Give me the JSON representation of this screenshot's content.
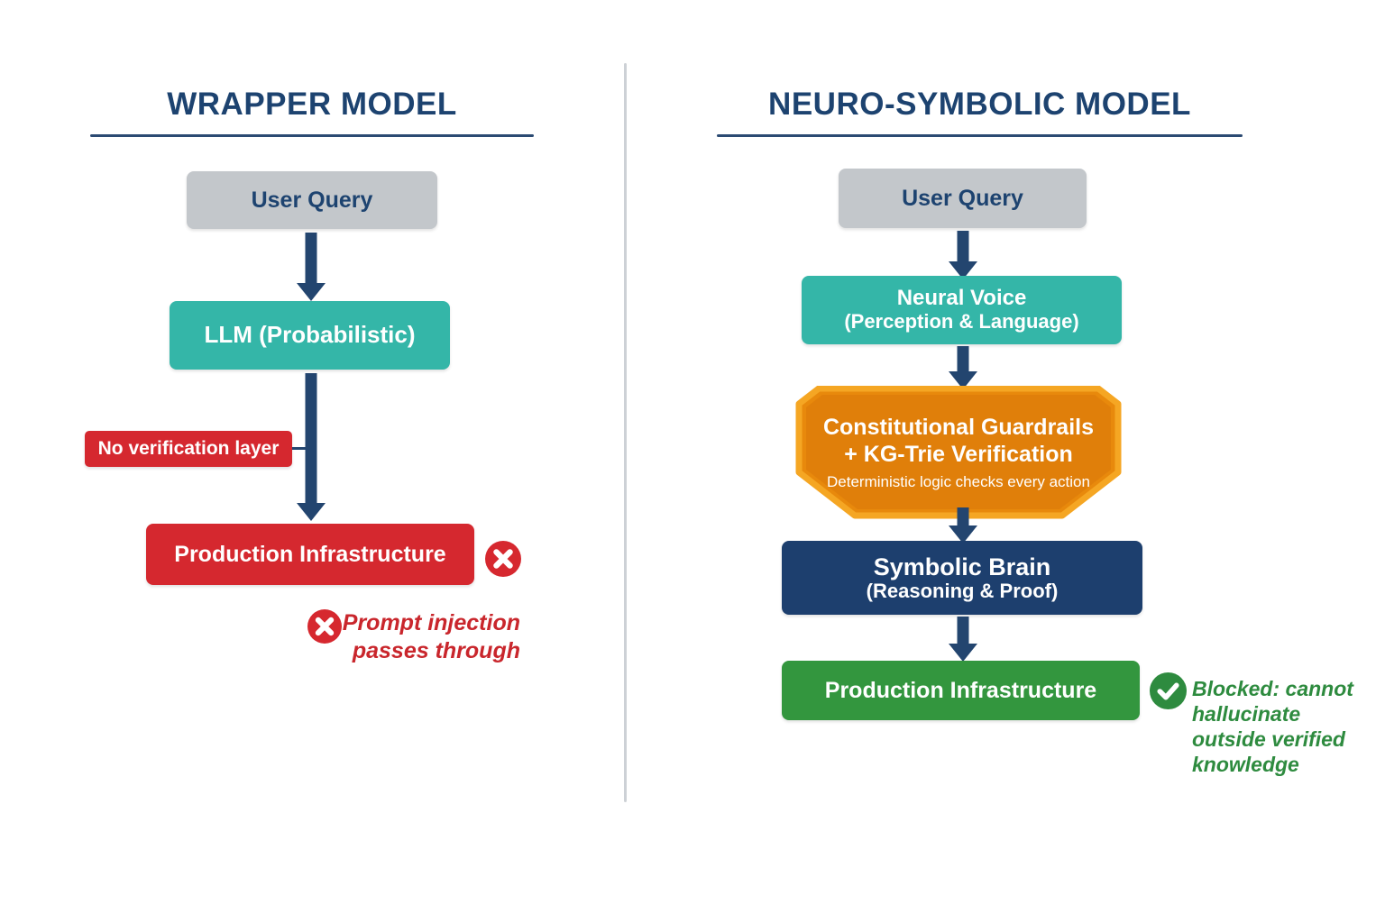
{
  "diagram": {
    "background": "#ffffff",
    "accents": {
      "navy": "#1d3f6e",
      "teal": "#34b6a8",
      "red": "#d5282f",
      "green": "#33963e",
      "orange": "#e8890c",
      "grey": "#c3c7cb"
    }
  },
  "left_column": {
    "title": "WRAPPER MODEL",
    "nodes": [
      {
        "label": "User Query"
      },
      {
        "label": "LLM (Probabilistic)"
      },
      {
        "label": "Production Infrastructure"
      }
    ],
    "badge": {
      "label": "No verification layer"
    },
    "status_icon": "x-circle-icon",
    "annotation": {
      "icon": "x-circle-icon",
      "line1": "Prompt injection",
      "line2": "passes through"
    }
  },
  "right_column": {
    "title": "NEURO-SYMBOLIC MODEL",
    "nodes": [
      {
        "line1": "User Query",
        "line2": ""
      },
      {
        "line1": "Neural Voice",
        "line2": "(Perception & Language)"
      },
      {
        "line1": "Symbolic Brain",
        "line2": "(Reasoning & Proof)"
      },
      {
        "line1": "Production Infrastructure",
        "line2": ""
      }
    ],
    "shield": {
      "line1": "Constitutional Guardrails",
      "line2": "+ KG-Trie Verification",
      "line3": "Deterministic logic checks every action"
    },
    "status_icon": "check-circle-icon",
    "annotation": {
      "icon": "check-circle-icon",
      "line1": "Blocked: cannot",
      "line2": "hallucinate",
      "line3": "outside verified",
      "line4": "knowledge"
    }
  }
}
